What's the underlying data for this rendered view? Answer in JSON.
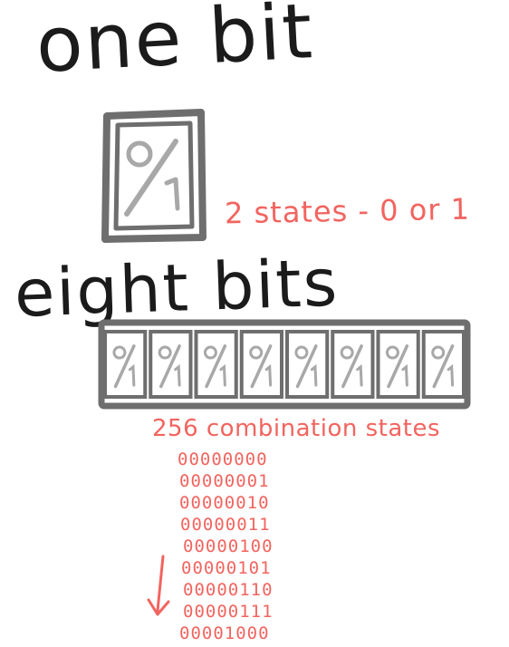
{
  "headings": {
    "one_bit": "one bit",
    "eight_bits": "eight bits"
  },
  "captions": {
    "one_bit_states": "2 states - 0 or 1",
    "eight_bit_states": "256 combination states"
  },
  "bit_symbol": "%",
  "eight_bit_cells": [
    "%",
    "%",
    "%",
    "%",
    "%",
    "%",
    "%",
    "%"
  ],
  "binary_sequence": [
    "00000000",
    "00000001",
    "00000010",
    "00000011",
    "00000100",
    "00000101",
    "00000110",
    "00000111",
    "00001000"
  ],
  "colors": {
    "ink": "#1b1b1b",
    "box_stroke": "#6e6e6e",
    "bit_symbol": "#a8a8a8",
    "accent_red": "#f2645f"
  },
  "icons": {
    "sequence_arrow": "down-arrow-icon"
  }
}
